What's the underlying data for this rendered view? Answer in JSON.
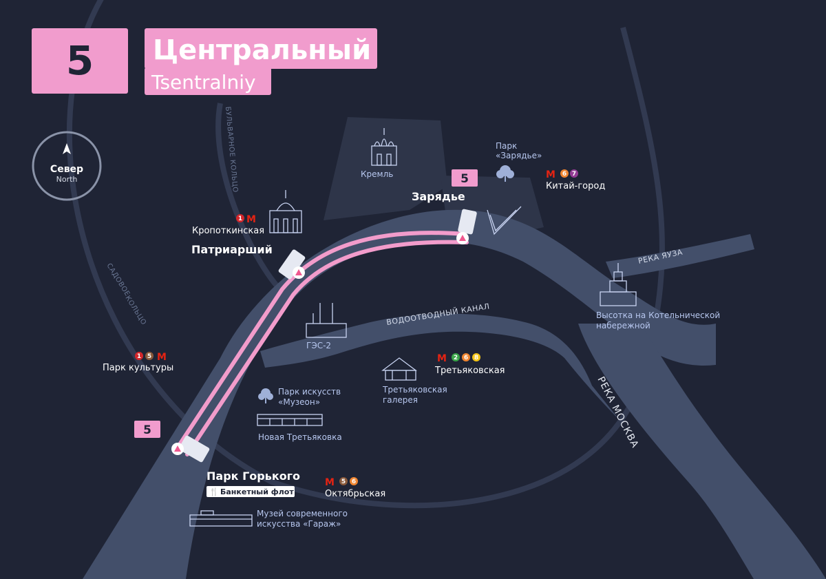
{
  "route": {
    "number": "5",
    "name_ru": "Центральный",
    "name_en": "Tsentralniy",
    "stop_number": "5"
  },
  "compass": {
    "ru": "Север",
    "en": "North"
  },
  "rings": {
    "boulevard": "БУЛЬВАРНОЕ КОЛЬЦО",
    "garden_top": "САДОВОЕ",
    "garden_bottom": "КОЛЬЦО"
  },
  "rivers": {
    "yauza": "РЕКА ЯУЗА",
    "moskva": "РЕКА МОСКВА",
    "canal": "ВОДООТВОДНЫЙ КАНАЛ"
  },
  "piers": {
    "zaryadye": "Зарядье",
    "patriarshiy": "Патриарший",
    "gorky": "Парк Горького"
  },
  "metro": {
    "kropotkinskaya": {
      "name": "Кропоткинская",
      "lines": [
        "1"
      ]
    },
    "kitay_gorod": {
      "name": "Китай-город",
      "lines": [
        "6",
        "7"
      ]
    },
    "park_kultury": {
      "name": "Парк культуры",
      "lines": [
        "1",
        "5"
      ]
    },
    "tretyakovskaya": {
      "name": "Третьяковская",
      "lines": [
        "2",
        "6",
        "8"
      ]
    },
    "oktyabrskaya": {
      "name": "Октябрьская",
      "lines": [
        "5",
        "6"
      ]
    },
    "metro_letter": "М"
  },
  "landmarks": {
    "kremlin": "Кремль",
    "zaryadye_park_1": "Парк",
    "zaryadye_park_2": "«Зарядье»",
    "kotelnicheskaya_1": "Высотка на Котельнической",
    "kotelnicheskaya_2": "набережной",
    "ges2": "ГЭС-2",
    "tretyakov_gallery_1": "Третьяковская",
    "tretyakov_gallery_2": "галерея",
    "muzeon_1": "Парк искусств",
    "muzeon_2": "«Музеон»",
    "new_tretyakov": "Новая Третьяковка",
    "banquet_fleet": "Банкетный флот",
    "garage_1": "Музей современного",
    "garage_2": "искусства «Гараж»"
  },
  "colors": {
    "background": "#1f2435",
    "river": "#434f6a",
    "route": "#f29ccb",
    "pink_badge": "#f19ccd",
    "line_1": "#d4262b",
    "line_2": "#3aa649",
    "line_5": "#8a5a3b",
    "line_6": "#f08530",
    "line_7": "#943c95",
    "line_8": "#f4c417",
    "metro_red": "#e42313"
  }
}
